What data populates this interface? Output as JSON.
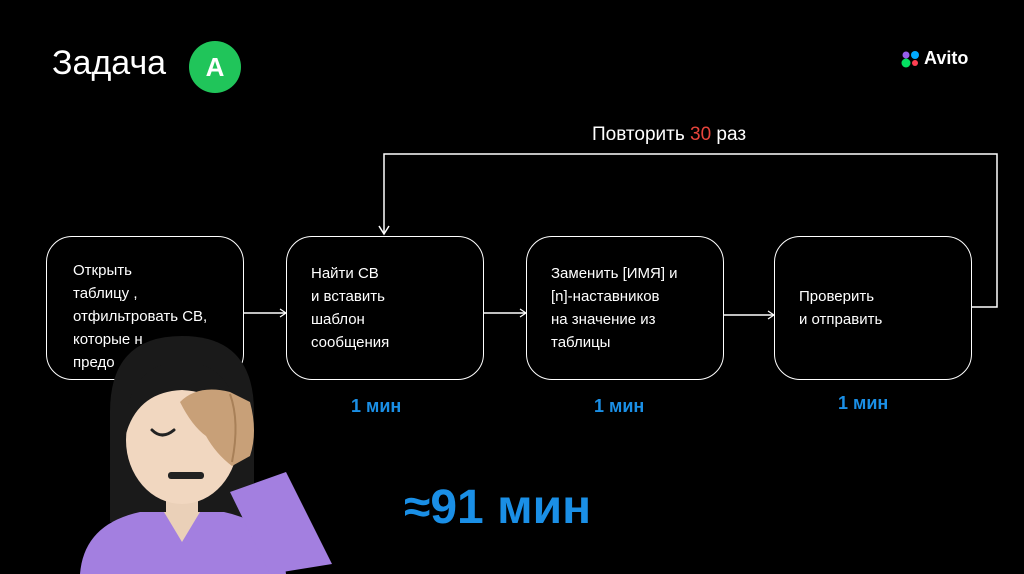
{
  "header": {
    "title": "Задача",
    "badge": "A",
    "logo_text": "Avito"
  },
  "loop": {
    "label_prefix": "Повторить ",
    "count": "30",
    "label_suffix": " раз"
  },
  "steps": [
    {
      "text": "Открыть\nтаблицу ,\nотфильтровать СВ,\nкоторые н\nпредо"
    },
    {
      "text": "Найти СВ\nи вставить\nшаблон\nсообщения",
      "time": "1 мин"
    },
    {
      "text": "Заменить [ИМЯ] и\n[n]-наставников\nна значение из\nтаблицы",
      "time": "1 мин"
    },
    {
      "text": "Проверить\nи отправить",
      "time": "1 мин"
    }
  ],
  "total": "≈91 мин",
  "colors": {
    "background": "#000000",
    "accent_blue": "#1a8fe6",
    "accent_red": "#e8453c",
    "badge_green": "#20c55a",
    "person_purple": "#a37fe0"
  },
  "icons": [
    "avito-logo-icon",
    "facepalm-person-icon"
  ]
}
